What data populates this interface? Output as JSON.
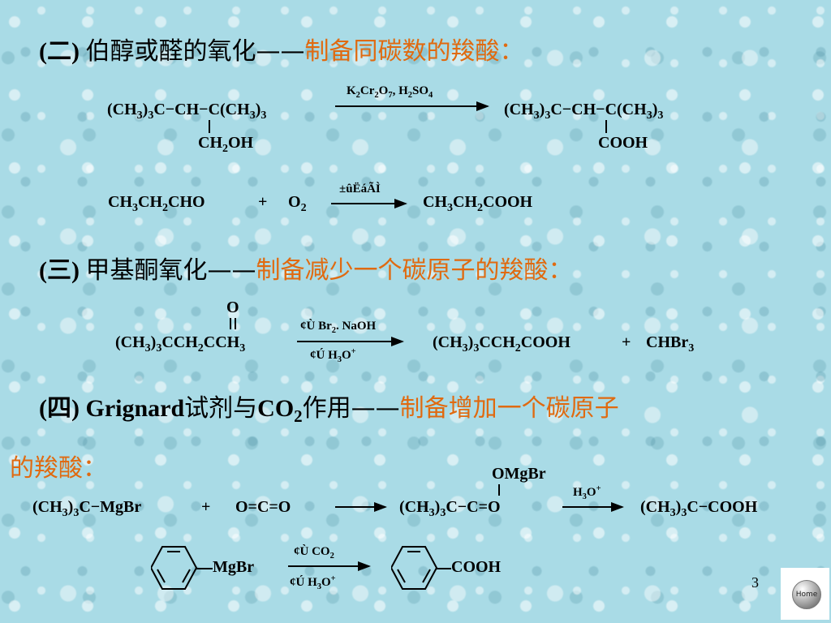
{
  "section2": {
    "prefix": "(二)",
    "title": "伯醇或醛的氧化——",
    "highlight": "制备同碳数的羧酸："
  },
  "r1": {
    "left_main_pre": "(CH",
    "left_main_post": ")",
    "left_C_CH": "C−CH−C(CH",
    "left_sub": "CH",
    "left_sub_post": "OH",
    "reagent": "K₂Cr₂O₇, H₂SO₄",
    "right_sub": "COOH"
  },
  "r2": {
    "reactant": "CH₃CH₂CHO",
    "plus": "+",
    "o2": "O",
    "reagent": "±ûËáÃÌ",
    "product": "CH₃CH₂COOH"
  },
  "section3": {
    "prefix": "(三)",
    "title": "甲基酮氧化——",
    "highlight": "制备减少一个碳原子的羧酸："
  },
  "r3": {
    "carbonyl_o": "O",
    "reactant": "(CH₃)₃CCH₂CCH₃",
    "reagent_top": "¢Ù Br₂. NaOH",
    "reagent_bottom": "¢Ú H₃O⁺",
    "product": "(CH₃)₃CCH₂COOH",
    "plus": "+",
    "byproduct": "CHBr₃"
  },
  "section4": {
    "prefix": "(四)",
    "title_pre": "Grignard试剂与CO",
    "title_post": "作用——",
    "highlight": "制备增加一个碳原子",
    "highlight2": "的羧酸："
  },
  "r4": {
    "reactant": "(CH₃)₃C−MgBr",
    "plus": "+",
    "co2": "O=C=O",
    "intermediate": "(CH₃)₃C−C=O",
    "omgbr": "OMgBr",
    "reagent": "H₃O⁺",
    "product": "(CH₃)₃C−COOH"
  },
  "r5": {
    "mgbr": "MgBr",
    "reagent_top": "¢Ù  CO₂",
    "reagent_bottom": "¢Ú H₃O⁺",
    "cooh": "COOH"
  },
  "page_number": "3",
  "home_label": "Home"
}
